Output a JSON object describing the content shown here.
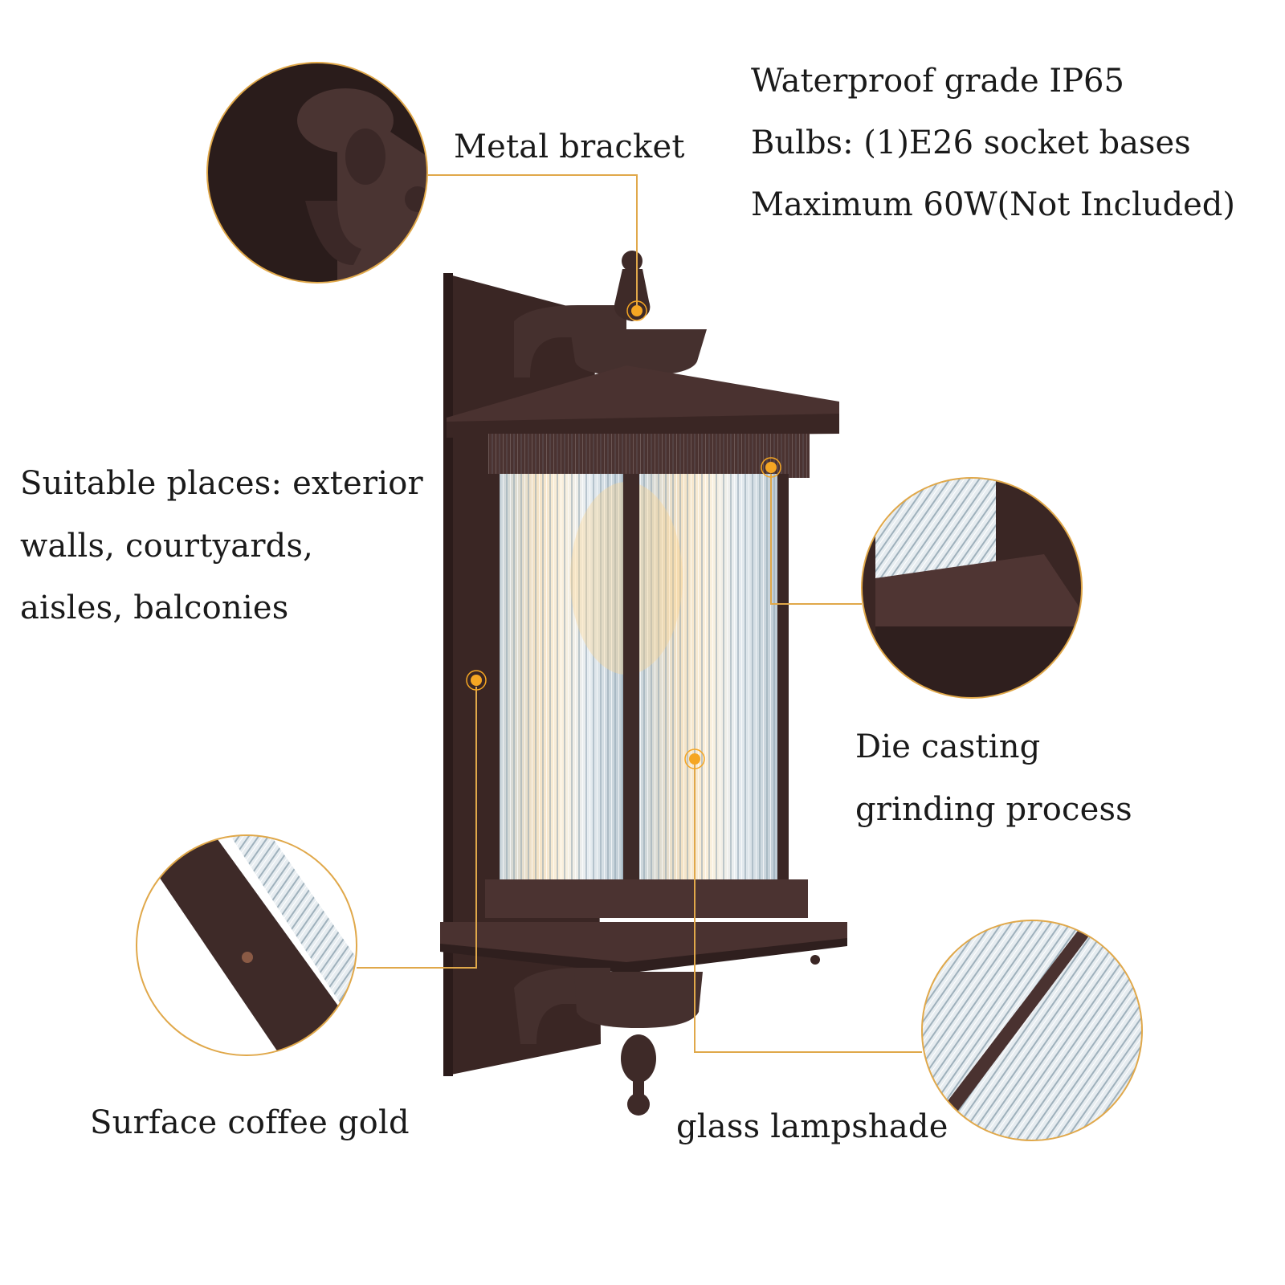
{
  "specs": [
    "Waterproof grade IP65",
    "Bulbs: (1)E26 socket bases",
    "Maximum 60W(Not Included)"
  ],
  "callouts": {
    "metal_bracket": "Metal bracket",
    "suitable_places": [
      "Suitable places: exterior",
      "walls, courtyards,",
      "aisles, balconies"
    ],
    "die_casting": [
      "Die casting",
      "grinding process"
    ],
    "surface": "Surface coffee gold",
    "glass": "glass lampshade"
  },
  "colors": {
    "accent_gold": "#e0a84a",
    "dot_orange": "#f5a623",
    "bronze": "#3e2a28",
    "bronze_light": "#5a3e3a",
    "glass": "#d9e4ea"
  }
}
